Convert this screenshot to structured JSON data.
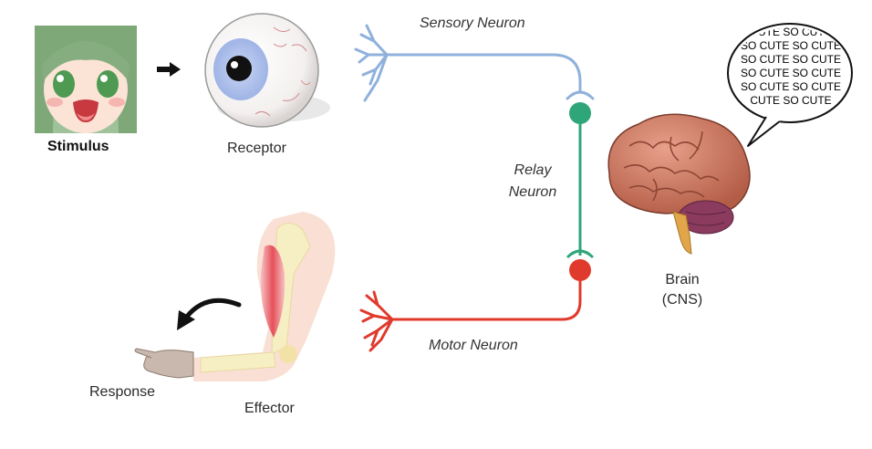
{
  "labels": {
    "stimulus": "Stimulus",
    "receptor": "Receptor",
    "sensory_neuron": "Sensory Neuron",
    "relay_neuron_line1": "Relay",
    "relay_neuron_line2": "Neuron",
    "motor_neuron": "Motor Neuron",
    "brain_line1": "Brain",
    "brain_line2": "(CNS)",
    "effector": "Effector",
    "response": "Response"
  },
  "speech_bubble": {
    "lines": [
      "CUTE SO CUTE",
      "SO CUTE SO CUTE",
      "SO CUTE SO CUTE",
      "SO CUTE SO CUTE",
      "SO CUTE SO CUTE",
      "CUTE SO CUTE"
    ]
  },
  "colors": {
    "sensory": "#8fb1dc",
    "relay": "#2fa57a",
    "motor": "#e03a2c",
    "brain": "#c26f5a",
    "arrow": "#111111"
  },
  "icons": {
    "stimulus": "anime-girl-face-icon",
    "receptor": "eyeball-icon",
    "brain": "brain-icon",
    "effector": "arm-muscle-icon",
    "response": "hand-icon"
  }
}
